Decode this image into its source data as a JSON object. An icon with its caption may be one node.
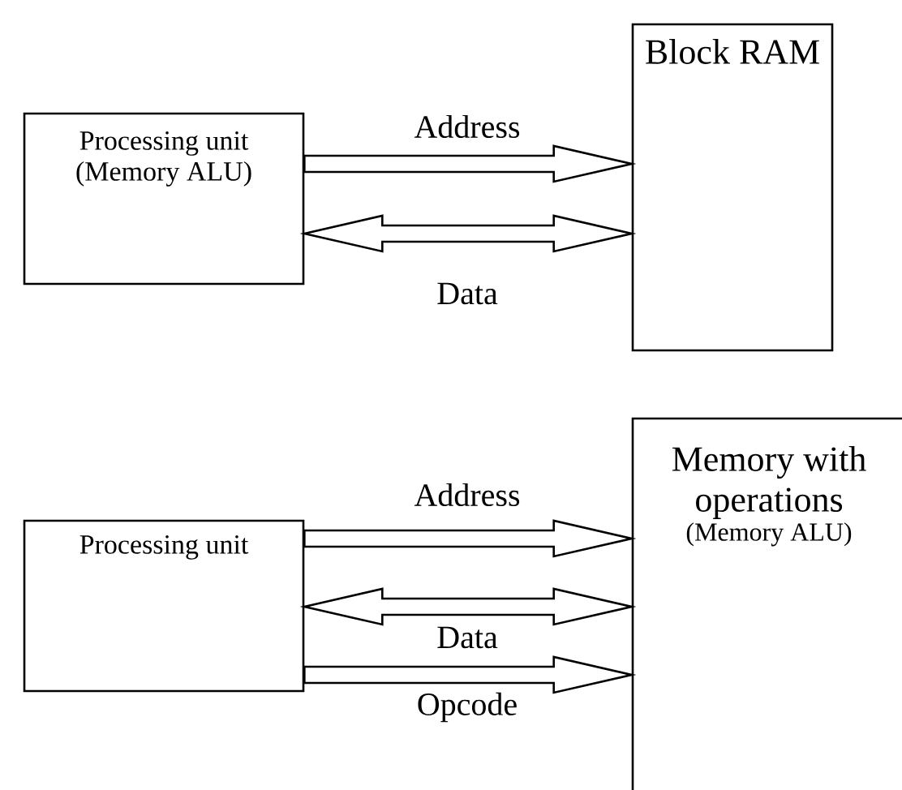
{
  "diagram": {
    "nodes": [
      {
        "text": [
          "Processing unit (Memory ALU)"
        ]
      },
      {
        "text": [
          "Block RAM"
        ]
      },
      {
        "text": [
          "Processing unit"
        ]
      },
      {
        "text": [
          "Memory with operations",
          "(Memory ALU)"
        ]
      }
    ],
    "edges": [
      {
        "from": 0,
        "to": 1,
        "arrow": "to",
        "label": "Address"
      },
      {
        "from": 0,
        "to": 1,
        "arrow": "both",
        "label": "Data"
      },
      {
        "from": 2,
        "to": 3,
        "arrow": "to",
        "label": "Address"
      },
      {
        "from": 2,
        "to": 3,
        "arrow": "both",
        "label": "Data"
      },
      {
        "from": 2,
        "to": 3,
        "arrow": "to",
        "label": "Opcode"
      }
    ]
  }
}
